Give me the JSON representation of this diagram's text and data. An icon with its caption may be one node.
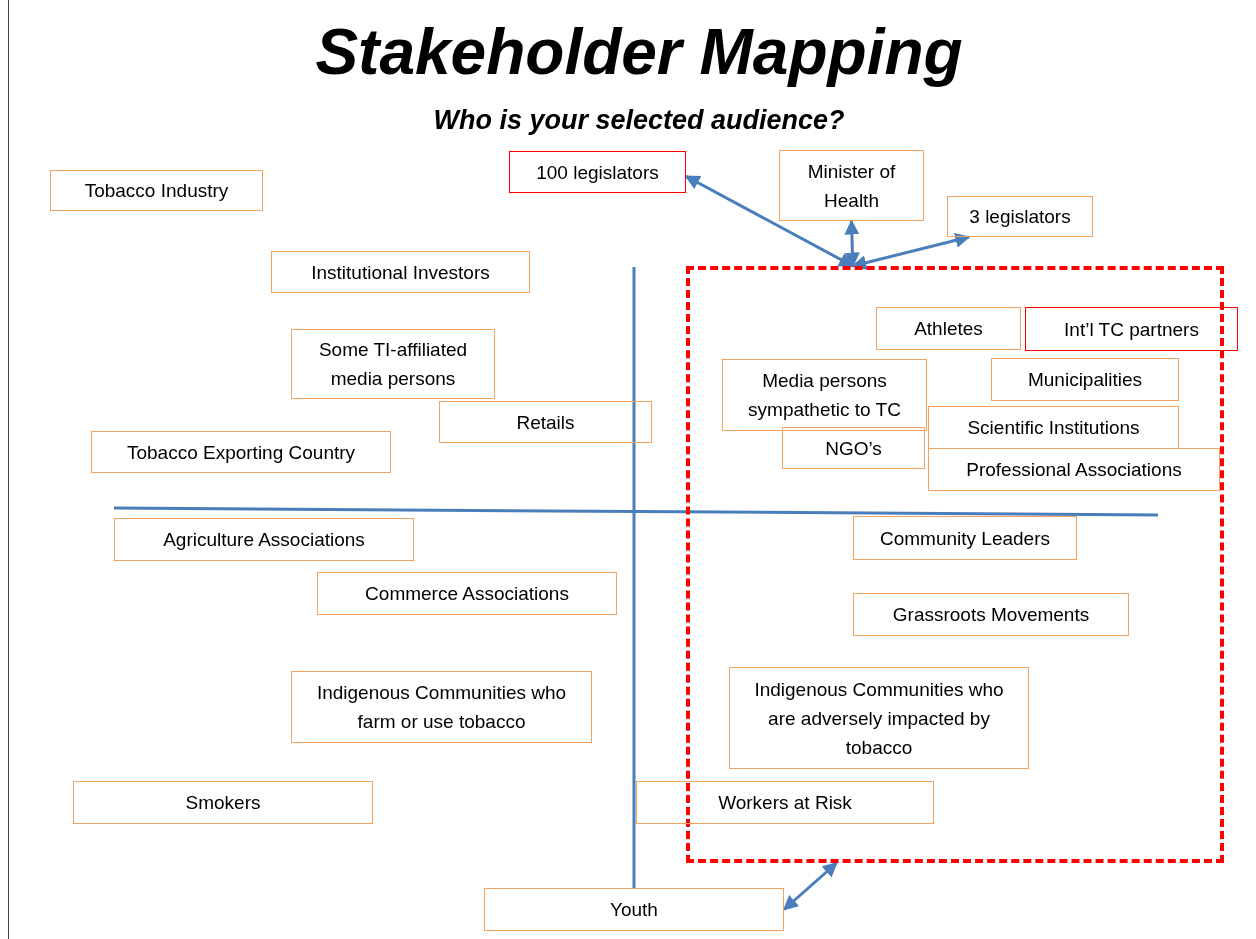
{
  "diagram": {
    "title": "Stakeholder Mapping",
    "caption": "Who is your selected audience?",
    "nodes": [
      {
        "text": [
          "100 legislators"
        ]
      },
      {
        "text": [
          "Minister of Health"
        ]
      },
      {
        "text": [
          "Tobacco Industry"
        ]
      },
      {
        "text": [
          "3 legislators"
        ]
      },
      {
        "text": [
          "Institutional Investors"
        ]
      },
      {
        "text": [],
        "shape": "box"
      },
      {
        "text": [
          "Athletes"
        ],
        "in": 5
      },
      {
        "text": [
          "Int’l TC partners"
        ]
      },
      {
        "text": [
          "Some TI-affiliated media persons"
        ]
      },
      {
        "text": [
          "Media persons sympathetic to TC"
        ],
        "in": 5
      },
      {
        "text": [
          "Municipalities"
        ],
        "in": 5
      },
      {
        "text": [
          "Retails"
        ]
      },
      {
        "text": [
          "Scientific Institutions"
        ],
        "in": 5
      },
      {
        "text": [
          "NGO’s"
        ],
        "in": 5
      },
      {
        "text": [
          "Tobacco Exporting Country"
        ]
      },
      {
        "text": [
          "Professional Associations"
        ],
        "in": 5
      },
      {
        "text": [
          "Agriculture Associations"
        ]
      },
      {
        "text": [
          "Community Leaders"
        ],
        "in": 5
      },
      {
        "text": [
          "Commerce Associations"
        ]
      },
      {
        "text": [
          "Grassroots Movements"
        ],
        "in": 5
      },
      {
        "text": [
          "Indigenous Communities who are adversely impacted by tobacco"
        ],
        "in": 5
      },
      {
        "text": [
          "Indigenous Communities who farm or use tobacco"
        ]
      },
      {
        "text": [
          "Smokers"
        ]
      },
      {
        "text": [
          "Workers at Risk"
        ]
      },
      {
        "text": [
          "Youth"
        ]
      }
    ],
    "edges": [
      {
        "from": 5,
        "to": 0,
        "arrow": "both"
      },
      {
        "from": 5,
        "to": 1,
        "arrow": "both"
      },
      {
        "from": 5,
        "to": 3,
        "arrow": "both"
      },
      {
        "from": 5,
        "to": 24,
        "arrow": "both"
      }
    ]
  }
}
